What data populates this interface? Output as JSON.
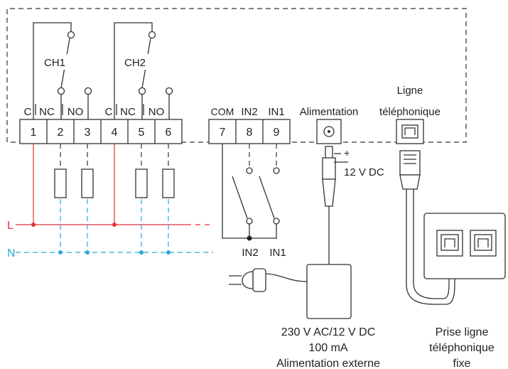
{
  "relays": {
    "ch1": "CH1",
    "ch2": "CH2"
  },
  "contact_labels": [
    "C",
    "NC",
    "NO",
    "C",
    "NC",
    "NO"
  ],
  "terminal_numbers": [
    "1",
    "2",
    "3",
    "4",
    "5",
    "6",
    "7",
    "8",
    "9"
  ],
  "input_labels": {
    "com": "COM",
    "in2": "IN2",
    "in1": "IN1",
    "in2_bottom": "IN2",
    "in1_bottom": "IN1"
  },
  "power": {
    "port_label": "Alimentation",
    "plus_minus": "+",
    "minus_sign": "−",
    "voltage": "12 V DC",
    "adapter_line1": "230 V AC/12 V DC",
    "adapter_line2": "100 mA",
    "adapter_line3": "Alimentation externe"
  },
  "phone": {
    "label_line1": "Ligne",
    "label_line2": "téléphonique",
    "outlet_line1": "Prise ligne",
    "outlet_line2": "téléphonique",
    "outlet_line3": "fixe"
  },
  "mains": {
    "l": "L",
    "n": "N"
  },
  "colors": {
    "line": "#333333",
    "live": "#e0303a",
    "neutral": "#2ba8d8"
  }
}
